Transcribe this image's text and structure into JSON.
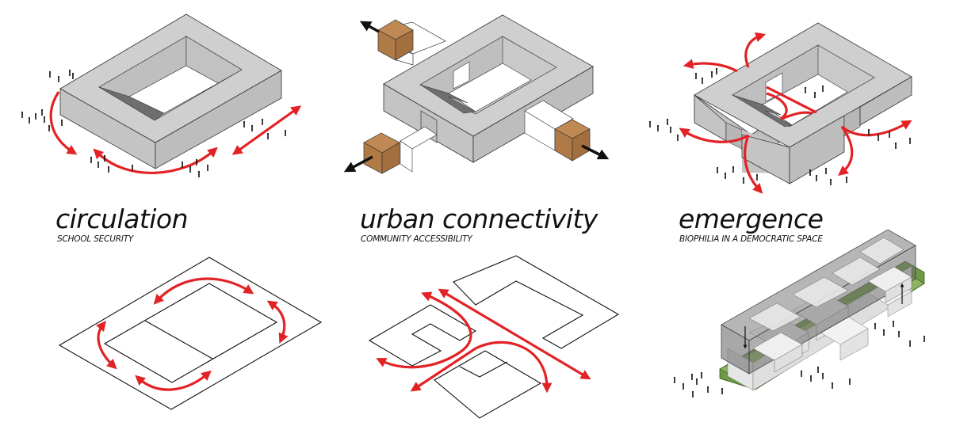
{
  "colors": {
    "mass_top": "#cfcfcf",
    "mass_left": "#c4c4c4",
    "mass_right": "#bdbdbd",
    "edge": "#333333",
    "ramp": "#6e6e6e",
    "arrow_red": "#e32226",
    "arrow_black": "#111111",
    "cube_brown": "#b07a46",
    "glass_grey": "#6d6d6d",
    "green_base": "#5c8a36",
    "volume_white": "#ececec"
  },
  "panels": [
    {
      "id": "circulation",
      "title": "circulation",
      "subtitle": "SCHOOL SECURITY",
      "top_icon": "courtyard-block-icon",
      "bottom_icon": "circulation-plan-icon"
    },
    {
      "id": "urban-connectivity",
      "title": "urban connectivity",
      "subtitle": "COMMUNITY ACCESSIBILITY",
      "top_icon": "connected-block-icon",
      "bottom_icon": "connectivity-plan-icon"
    },
    {
      "id": "emergence",
      "title": "emergence",
      "subtitle": "BIOPHILIA IN A DEMOCRATIC SPACE",
      "top_icon": "open-courtyard-block-icon",
      "bottom_icon": "stacked-massing-icon"
    }
  ]
}
